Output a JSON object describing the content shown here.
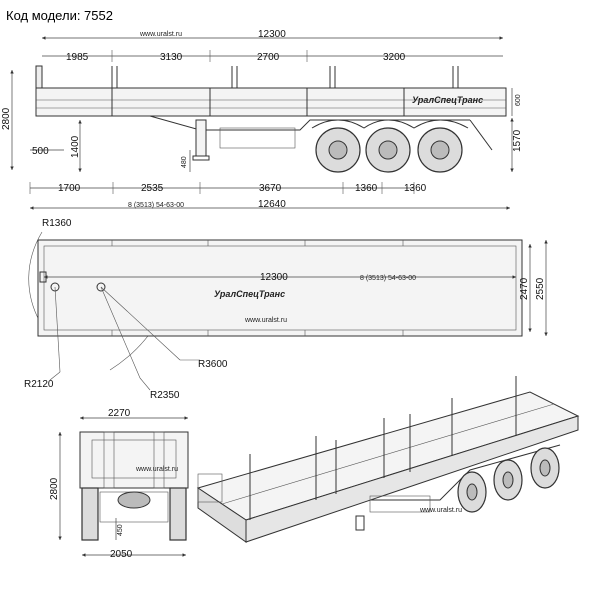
{
  "header": {
    "model_code": "Код модели: 7552"
  },
  "side_view": {
    "url": "www.uralst.ru",
    "brand": "УралСпецТранс",
    "overall_top": "12300",
    "segments_top": [
      "1985",
      "3130",
      "2700",
      "3200"
    ],
    "height_left": "2800",
    "front_offset": "500",
    "leg_height": "1400",
    "deck_height": "1570",
    "side_board": "600",
    "leg_bottom": "480",
    "segments_bottom": [
      "1700",
      "2535",
      "3670",
      "1360",
      "1360"
    ],
    "overall_bottom": "12640",
    "phone": "8 (3513) 54-63-00"
  },
  "top_view": {
    "r_front": "R1360",
    "length": "12300",
    "phone": "8 (3513) 54-63-00",
    "brand": "УралСпецТранс",
    "url": "www.uralst.ru",
    "width_inner": "2470",
    "width_outer": "2550",
    "r_3600": "R3600",
    "r_2120": "R2120",
    "r_2350": "R2350"
  },
  "rear_view": {
    "width_top": "2270",
    "height": "2800",
    "url": "www.uralst.ru",
    "bottom_clear": "450",
    "width_bottom": "2050"
  },
  "iso_view": {
    "url": "www.uralst.ru"
  }
}
